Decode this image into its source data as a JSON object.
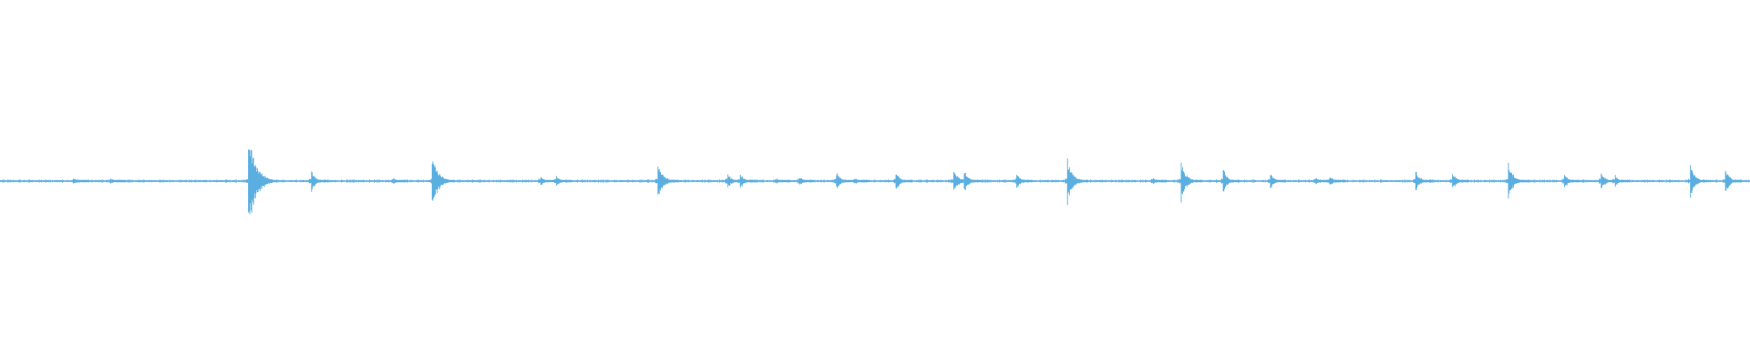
{
  "waveform": {
    "color": "#5aaee0",
    "background": "#ffffff",
    "transients": [
      {
        "t": 0.043,
        "amp": 0.03
      },
      {
        "t": 0.064,
        "amp": 0.03
      },
      {
        "t": 0.142,
        "amp": 0.58
      },
      {
        "t": 0.178,
        "amp": 0.13
      },
      {
        "t": 0.225,
        "amp": 0.04
      },
      {
        "t": 0.247,
        "amp": 0.35
      },
      {
        "t": 0.309,
        "amp": 0.06
      },
      {
        "t": 0.318,
        "amp": 0.08
      },
      {
        "t": 0.376,
        "amp": 0.26
      },
      {
        "t": 0.416,
        "amp": 0.1
      },
      {
        "t": 0.423,
        "amp": 0.1
      },
      {
        "t": 0.444,
        "amp": 0.04
      },
      {
        "t": 0.457,
        "amp": 0.06
      },
      {
        "t": 0.478,
        "amp": 0.12
      },
      {
        "t": 0.489,
        "amp": 0.04
      },
      {
        "t": 0.512,
        "amp": 0.12
      },
      {
        "t": 0.545,
        "amp": 0.16
      },
      {
        "t": 0.551,
        "amp": 0.14
      },
      {
        "t": 0.581,
        "amp": 0.1
      },
      {
        "t": 0.61,
        "amp": 0.28
      },
      {
        "t": 0.659,
        "amp": 0.04
      },
      {
        "t": 0.675,
        "amp": 0.24
      },
      {
        "t": 0.699,
        "amp": 0.16
      },
      {
        "t": 0.726,
        "amp": 0.1
      },
      {
        "t": 0.752,
        "amp": 0.05
      },
      {
        "t": 0.76,
        "amp": 0.07
      },
      {
        "t": 0.809,
        "amp": 0.14
      },
      {
        "t": 0.83,
        "amp": 0.12
      },
      {
        "t": 0.862,
        "amp": 0.24
      },
      {
        "t": 0.894,
        "amp": 0.1
      },
      {
        "t": 0.915,
        "amp": 0.12
      },
      {
        "t": 0.923,
        "amp": 0.08
      },
      {
        "t": 0.966,
        "amp": 0.2
      },
      {
        "t": 0.986,
        "amp": 0.16
      }
    ]
  }
}
